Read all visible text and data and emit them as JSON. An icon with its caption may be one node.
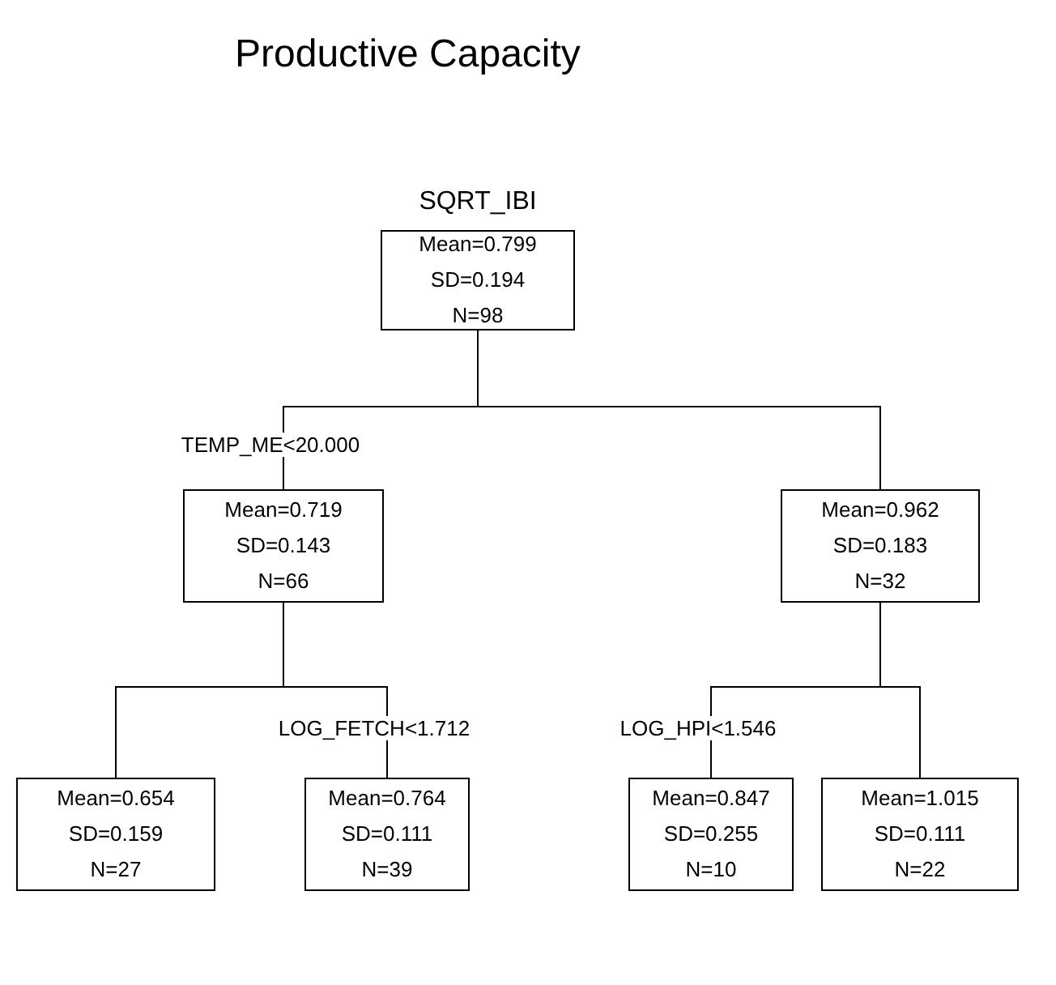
{
  "diagram": {
    "title": "Productive Capacity",
    "nodes": [
      {
        "text": [
          "Mean=0.799",
          "SD=0.194",
          "N=98"
        ],
        "beside": [
          "SQRT_IBI"
        ]
      },
      {
        "text": [
          "Mean=0.719",
          "SD=0.143",
          "N=66"
        ]
      },
      {
        "text": [
          "Mean=0.962",
          "SD=0.183",
          "N=32"
        ]
      },
      {
        "text": [
          "Mean=0.654",
          "SD=0.159",
          "N=27"
        ]
      },
      {
        "text": [
          "Mean=0.764",
          "SD=0.111",
          "N=39"
        ]
      },
      {
        "text": [
          "Mean=0.847",
          "SD=0.255",
          "N=10"
        ]
      },
      {
        "text": [
          "Mean=1.015",
          "SD=0.111",
          "N=22"
        ]
      }
    ],
    "edges": [
      {
        "from": 0,
        "to": 1,
        "arrow": "none",
        "label": "TEMP_ME<20.000"
      },
      {
        "from": 0,
        "to": 2,
        "arrow": "none"
      },
      {
        "from": 1,
        "to": 3,
        "arrow": "none"
      },
      {
        "from": 1,
        "to": 4,
        "arrow": "none",
        "label": "LOG_FETCH<1.712"
      },
      {
        "from": 2,
        "to": 5,
        "arrow": "none",
        "label": "LOG_HPI<1.546"
      },
      {
        "from": 2,
        "to": 6,
        "arrow": "none"
      }
    ]
  }
}
